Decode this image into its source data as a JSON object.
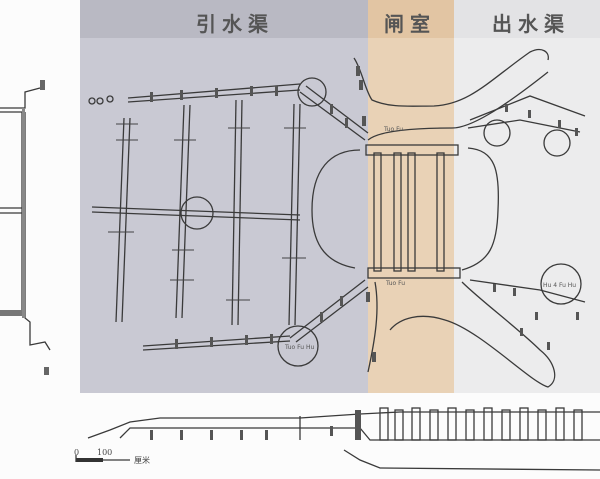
{
  "header": {
    "intake_channel_label": "引水渠",
    "sluice_chamber_label": "闸室",
    "outlet_channel_label": "出水渠"
  },
  "colors": {
    "intake_overlay": "#c9c9d3",
    "sluice_overlay": "#e9d2b6",
    "outlet_overlay": "#ececed",
    "ink": "#3a3a3a"
  },
  "annotations": {
    "timber_left": "Tuo Fu",
    "timber_right": "Tuo Fu",
    "lower_circle": "Tuo Fu Hu",
    "right_circle": "Hu 4 Fu Hu"
  },
  "scale_bar": {
    "ticks": [
      "0",
      "100"
    ],
    "unit": "厘米"
  }
}
